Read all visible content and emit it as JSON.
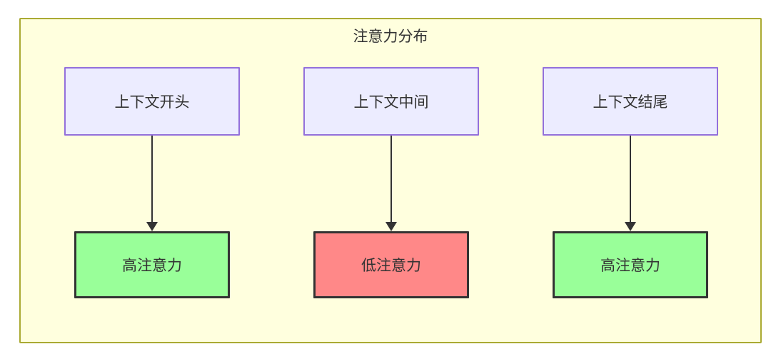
{
  "diagram": {
    "title": "注意力分布",
    "type": "flowchart",
    "colors": {
      "cluster_fill": "#ffffde",
      "cluster_border": "#aaaa33",
      "source_node_fill": "#ECECFF",
      "source_node_border": "#9370DB",
      "high_attention_fill": "#99ff99",
      "low_attention_fill": "#ff8888",
      "target_node_border": "#333333",
      "arrow_color": "#333333",
      "text_color": "#333333"
    },
    "flows": [
      {
        "source": "上下文开头",
        "target": "高注意力",
        "level": "high"
      },
      {
        "source": "上下文中间",
        "target": "低注意力",
        "level": "low"
      },
      {
        "source": "上下文结尾",
        "target": "高注意力",
        "level": "high"
      }
    ]
  }
}
